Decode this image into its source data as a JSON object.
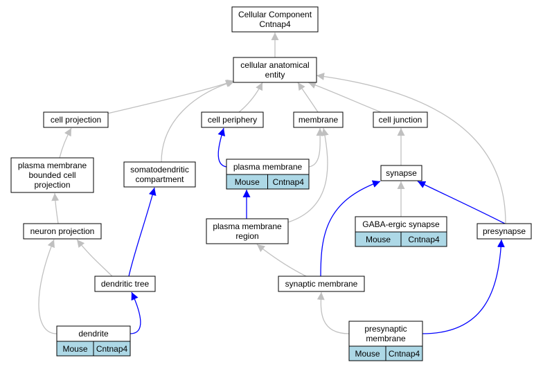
{
  "colors": {
    "gray_edge": "#c0c0c0",
    "blue_edge": "#0000ff",
    "node_border": "#000000",
    "annotation_fill": "#add8e6",
    "node_fill": "#ffffff"
  },
  "nodes": {
    "root": {
      "lines": [
        "Cellular Component",
        "Cntnap4"
      ]
    },
    "cae": {
      "lines": [
        "cellular anatomical",
        "entity"
      ]
    },
    "cell_projection": {
      "lines": [
        "cell projection"
      ]
    },
    "cell_periphery": {
      "lines": [
        "cell periphery"
      ]
    },
    "membrane": {
      "lines": [
        "membrane"
      ]
    },
    "cell_junction": {
      "lines": [
        "cell junction"
      ]
    },
    "pmbcp": {
      "lines": [
        "plasma membrane",
        "bounded cell",
        "projection"
      ]
    },
    "somatodendritic": {
      "lines": [
        "somatodendritic",
        "compartment"
      ]
    },
    "plasma_membrane": {
      "lines": [
        "plasma membrane"
      ],
      "annotation": [
        "Mouse",
        "Cntnap4"
      ]
    },
    "synapse": {
      "lines": [
        "synapse"
      ]
    },
    "neuron_projection": {
      "lines": [
        "neuron projection"
      ]
    },
    "pm_region": {
      "lines": [
        "plasma membrane",
        "region"
      ]
    },
    "gaba_synapse": {
      "lines": [
        "GABA-ergic synapse"
      ],
      "annotation": [
        "Mouse",
        "Cntnap4"
      ]
    },
    "presynapse": {
      "lines": [
        "presynapse"
      ]
    },
    "dendritic_tree": {
      "lines": [
        "dendritic tree"
      ]
    },
    "synaptic_membrane": {
      "lines": [
        "synaptic membrane"
      ]
    },
    "dendrite": {
      "lines": [
        "dendrite"
      ],
      "annotation": [
        "Mouse",
        "Cntnap4"
      ]
    },
    "presynaptic_membrane": {
      "lines": [
        "presynaptic",
        "membrane"
      ],
      "annotation": [
        "Mouse",
        "Cntnap4"
      ]
    }
  },
  "edges": [
    {
      "from": "cae",
      "to": "root",
      "style": "gray"
    },
    {
      "from": "cell_projection",
      "to": "cae",
      "style": "gray"
    },
    {
      "from": "somatodendritic",
      "to": "cae",
      "style": "gray"
    },
    {
      "from": "cell_periphery",
      "to": "cae",
      "style": "gray"
    },
    {
      "from": "membrane",
      "to": "cae",
      "style": "gray"
    },
    {
      "from": "cell_junction",
      "to": "cae",
      "style": "gray"
    },
    {
      "from": "presynapse",
      "to": "cae",
      "style": "gray"
    },
    {
      "from": "pmbcp",
      "to": "cell_projection",
      "style": "gray"
    },
    {
      "from": "plasma_membrane",
      "to": "cell_periphery",
      "style": "blue"
    },
    {
      "from": "plasma_membrane",
      "to": "membrane",
      "style": "gray"
    },
    {
      "from": "pm_region",
      "to": "membrane",
      "style": "gray"
    },
    {
      "from": "synapse",
      "to": "cell_junction",
      "style": "gray"
    },
    {
      "from": "neuron_projection",
      "to": "pmbcp",
      "style": "gray"
    },
    {
      "from": "pm_region",
      "to": "plasma_membrane",
      "style": "blue"
    },
    {
      "from": "gaba_synapse",
      "to": "synapse",
      "style": "gray"
    },
    {
      "from": "presynapse",
      "to": "synapse",
      "style": "blue"
    },
    {
      "from": "synaptic_membrane",
      "to": "synapse",
      "style": "blue"
    },
    {
      "from": "dendritic_tree",
      "to": "neuron_projection",
      "style": "gray"
    },
    {
      "from": "dendrite",
      "to": "neuron_projection",
      "style": "gray"
    },
    {
      "from": "dendritic_tree",
      "to": "somatodendritic",
      "style": "blue"
    },
    {
      "from": "synaptic_membrane",
      "to": "pm_region",
      "style": "gray"
    },
    {
      "from": "presynaptic_membrane",
      "to": "presynapse",
      "style": "blue"
    },
    {
      "from": "dendrite",
      "to": "dendritic_tree",
      "style": "blue"
    },
    {
      "from": "presynaptic_membrane",
      "to": "synaptic_membrane",
      "style": "gray"
    }
  ]
}
